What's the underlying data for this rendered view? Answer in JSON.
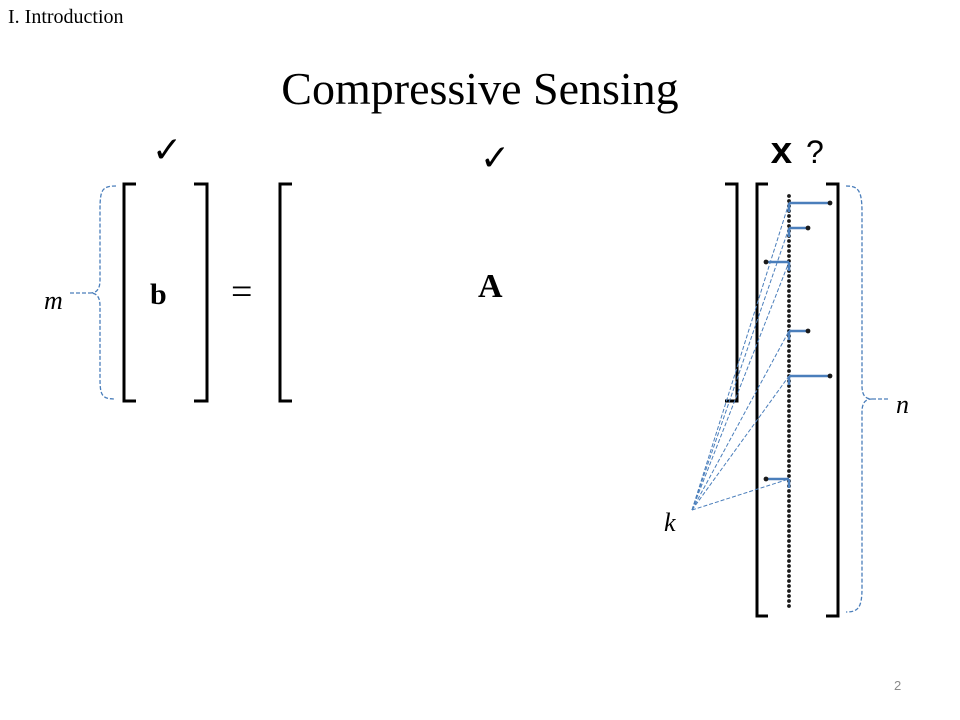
{
  "header": {
    "section": "I. Introduction"
  },
  "slide": {
    "title": "Compressive Sensing",
    "page_number": "2"
  },
  "equation": {
    "lhs_symbol": "b",
    "equals": "=",
    "matrix_symbol": "A",
    "unknown_symbol": "x",
    "unknown_marker": "?",
    "check_mark": "✓"
  },
  "dimensions": {
    "rows": "m",
    "length": "n",
    "sparsity": "k"
  },
  "colors": {
    "ink": "#000000",
    "annotation": "#4a7ebb",
    "page_number": "#8a8a8a"
  },
  "icons": [
    "check-icon",
    "check-icon",
    "brace-icon",
    "brace-icon"
  ]
}
